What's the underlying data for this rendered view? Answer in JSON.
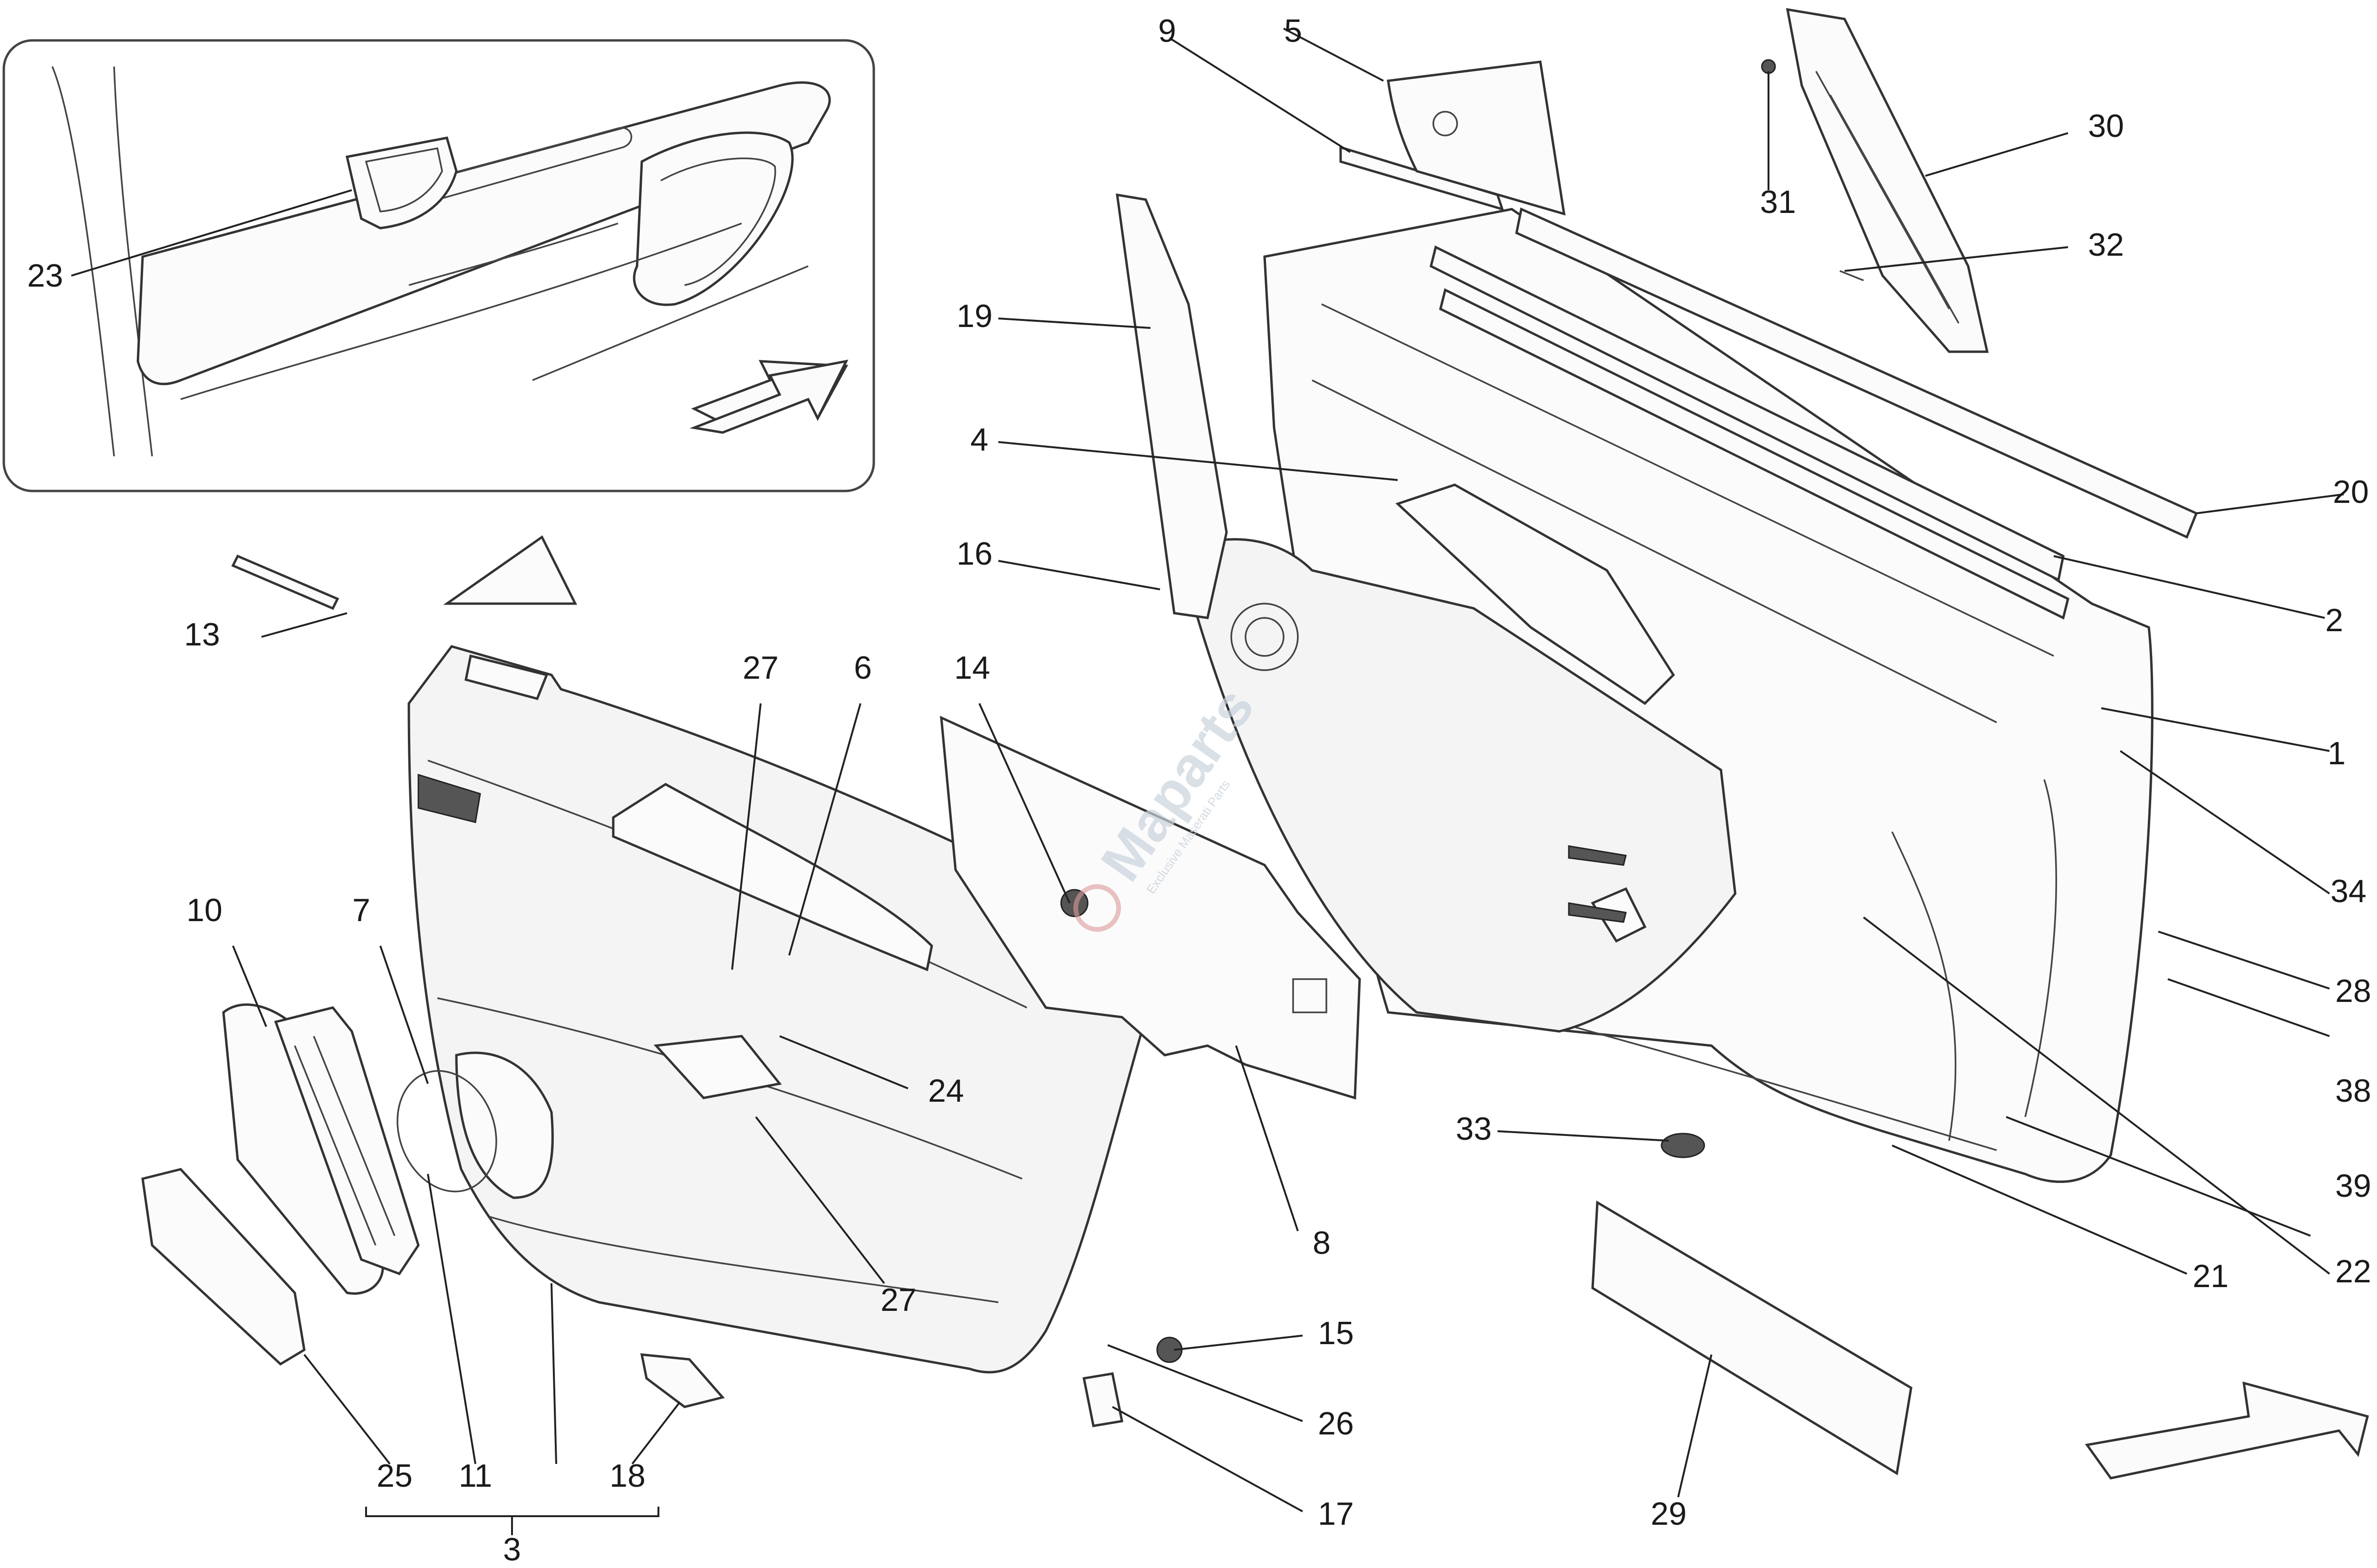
{
  "watermark": {
    "brand": "Maparts",
    "tagline": "Exclusive Maserati Parts"
  },
  "labels": {
    "p1": "1",
    "p2": "2",
    "p3": "3",
    "p4": "4",
    "p5": "5",
    "p6": "6",
    "p7": "7",
    "p8": "8",
    "p9": "9",
    "p10": "10",
    "p11": "11",
    "p13": "13",
    "p14": "14",
    "p15": "15",
    "p16": "16",
    "p17": "17",
    "p18": "18",
    "p19": "19",
    "p20": "20",
    "p21": "21",
    "p22": "22",
    "p23": "23",
    "p24": "24",
    "p25": "25",
    "p26": "26",
    "p27a": "27",
    "p27b": "27",
    "p28": "28",
    "p29": "29",
    "p30": "30",
    "p31": "31",
    "p32": "32",
    "p33": "33",
    "p34": "34",
    "p38": "38",
    "p39": "39"
  }
}
